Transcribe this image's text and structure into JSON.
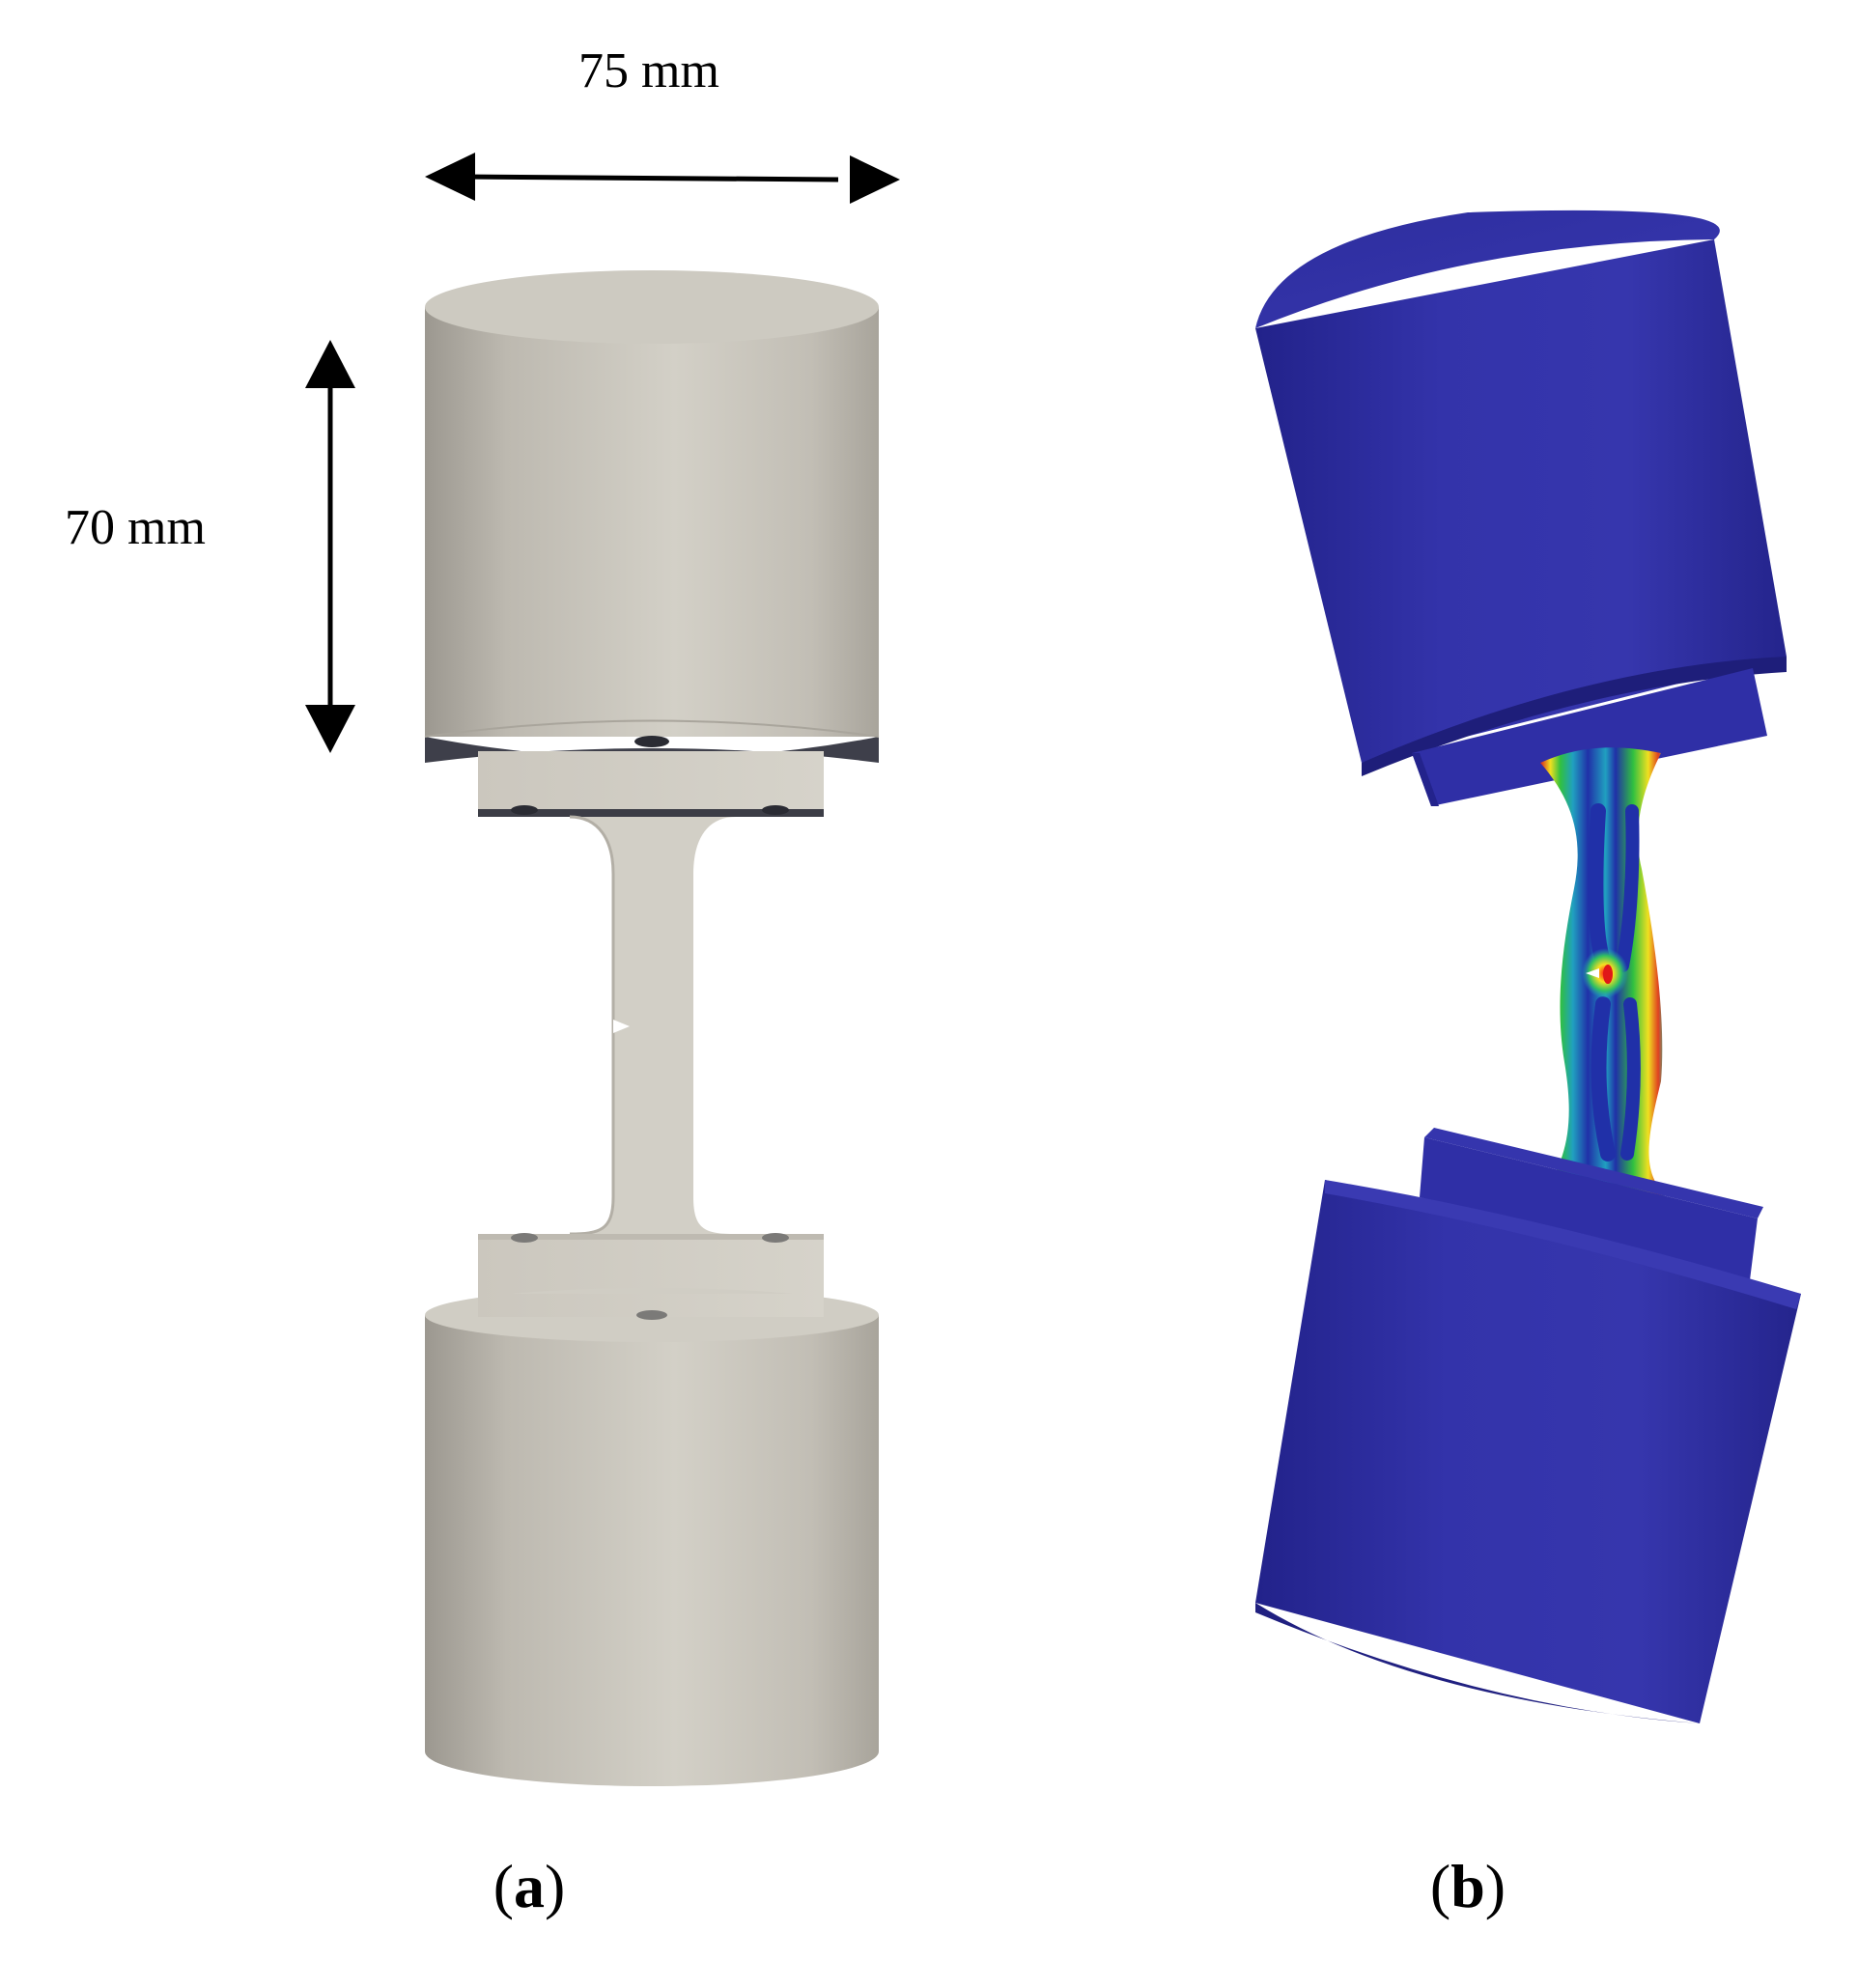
{
  "dimensions": {
    "width_label": "75 mm",
    "height_label": "70 mm"
  },
  "panels": [
    {
      "id": "a",
      "open": "(",
      "letter": "a",
      "close": ")"
    },
    {
      "id": "b",
      "open": "(",
      "letter": "b",
      "close": ")"
    }
  ],
  "colors": {
    "undeformed_model": "#c9c5bb",
    "deformed_model": "#2e2ea3",
    "arrows": "#000000"
  }
}
